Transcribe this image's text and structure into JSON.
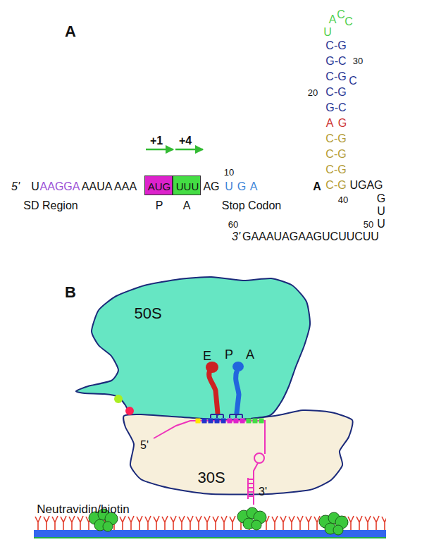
{
  "diagram": {
    "nodes": [
      {
        "text": [
          "AUG"
        ]
      },
      {
        "text": [
          "UUU"
        ]
      },
      {
        "text": [
          "50S"
        ]
      },
      {
        "text": [
          "30S"
        ]
      }
    ],
    "labels": [
      "A",
      "+1",
      "+4",
      "5'",
      "U",
      "AAGGA",
      "AAUA AAA",
      "P",
      "A",
      "SD Region",
      "AG",
      "U",
      "G",
      "A",
      "10",
      "Stop Codon",
      "A",
      "C-G",
      "C-G",
      "C-G",
      "C-G",
      "A",
      "G",
      "G-C",
      "C-G",
      "20",
      "C-G",
      "C",
      "G-C",
      "30",
      "C-G",
      "U",
      "A",
      "C",
      "C",
      "UGAG",
      "40",
      "G",
      "U",
      "U",
      "50",
      "60",
      "3'",
      "GAAAUAGAAGUCUUCUU",
      "B",
      "E",
      "P",
      "A",
      "5'",
      "3'",
      "Neutravidin/biotin"
    ]
  }
}
